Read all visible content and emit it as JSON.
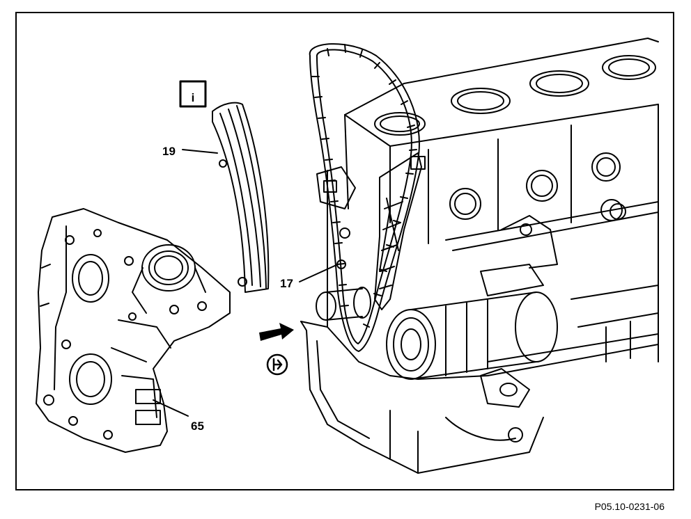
{
  "labels": {
    "part_19": "19",
    "part_17": "17",
    "part_65": "65",
    "info_symbol": "i"
  },
  "reference_code": "P05.10-0231-06",
  "icons": {
    "info": "info-box-icon",
    "direction_arrow": "arrow-right-icon",
    "detail_marker": "detail-circle-icon"
  },
  "colors": {
    "line": "#000000",
    "background": "#ffffff"
  }
}
